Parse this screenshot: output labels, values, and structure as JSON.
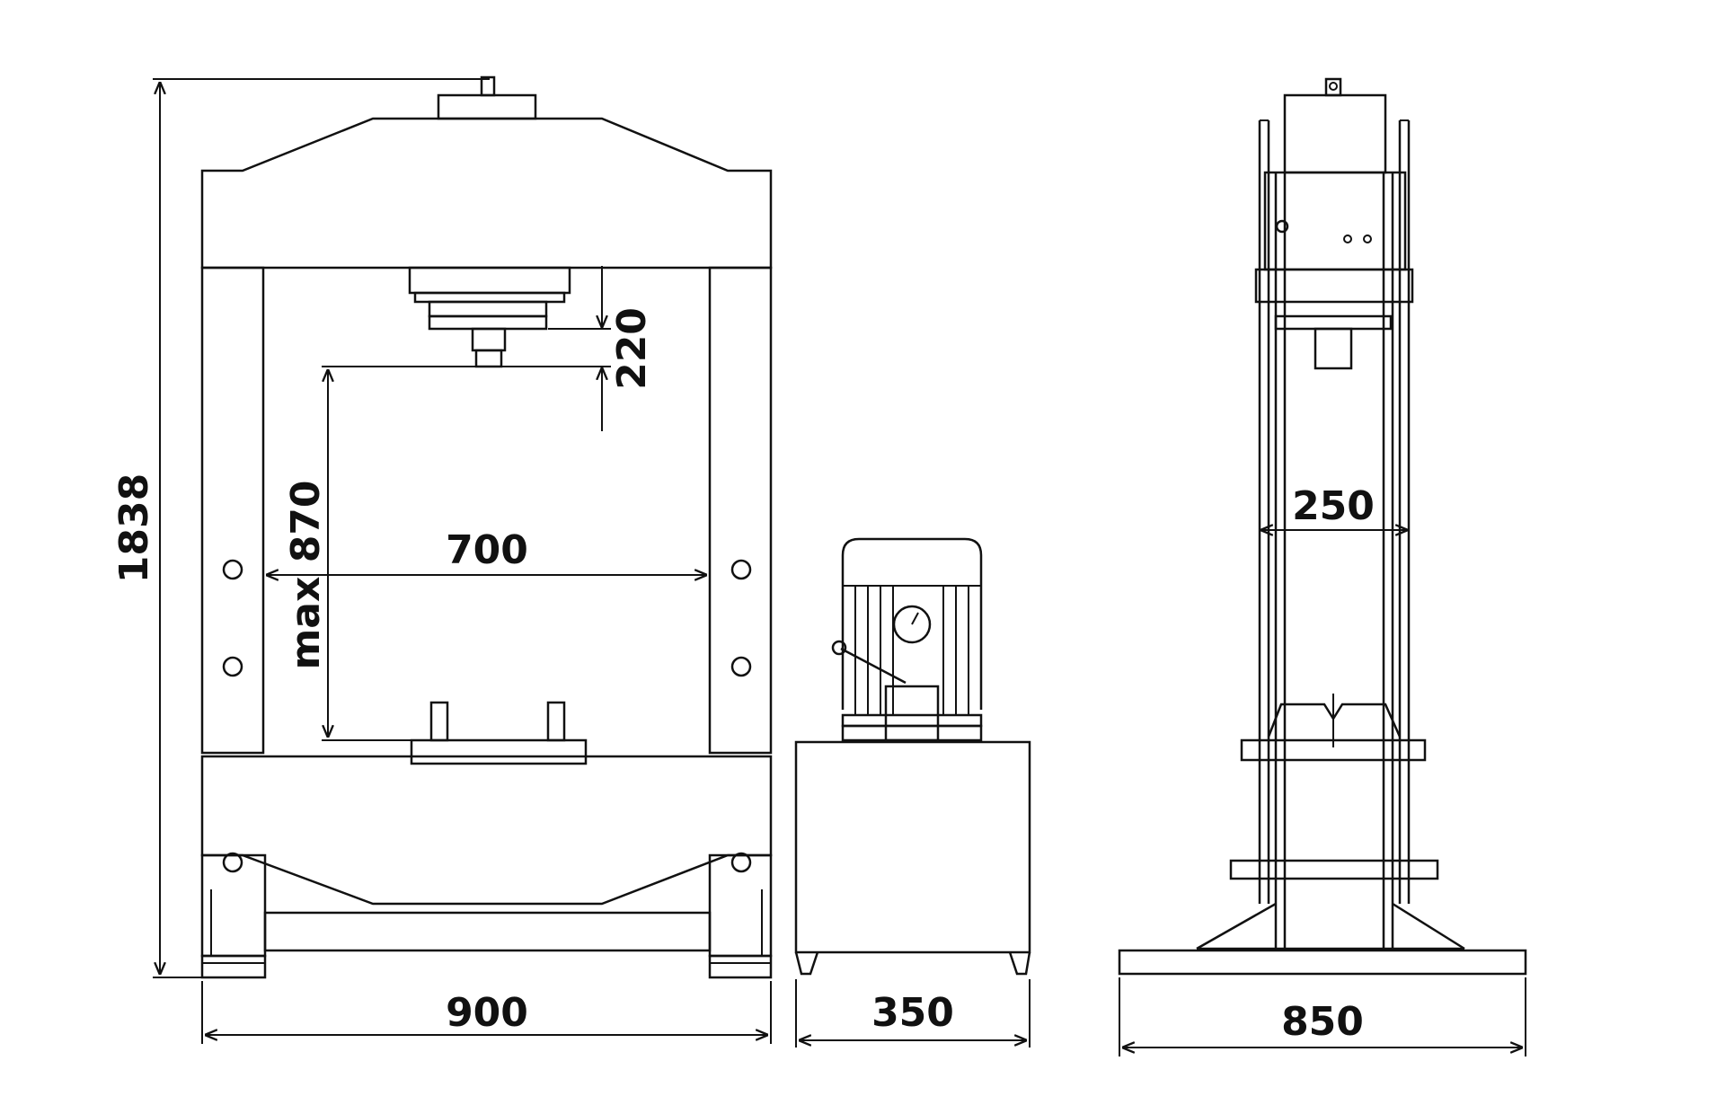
{
  "labels": {
    "height_overall": "1838",
    "stroke": "220",
    "max_opening": "max 870",
    "inner_width": "700",
    "frame_width": "900",
    "pump_width": "350",
    "column_gap": "250",
    "base_depth": "850"
  },
  "colors": {
    "line": "#111111",
    "background": "#ffffff"
  }
}
